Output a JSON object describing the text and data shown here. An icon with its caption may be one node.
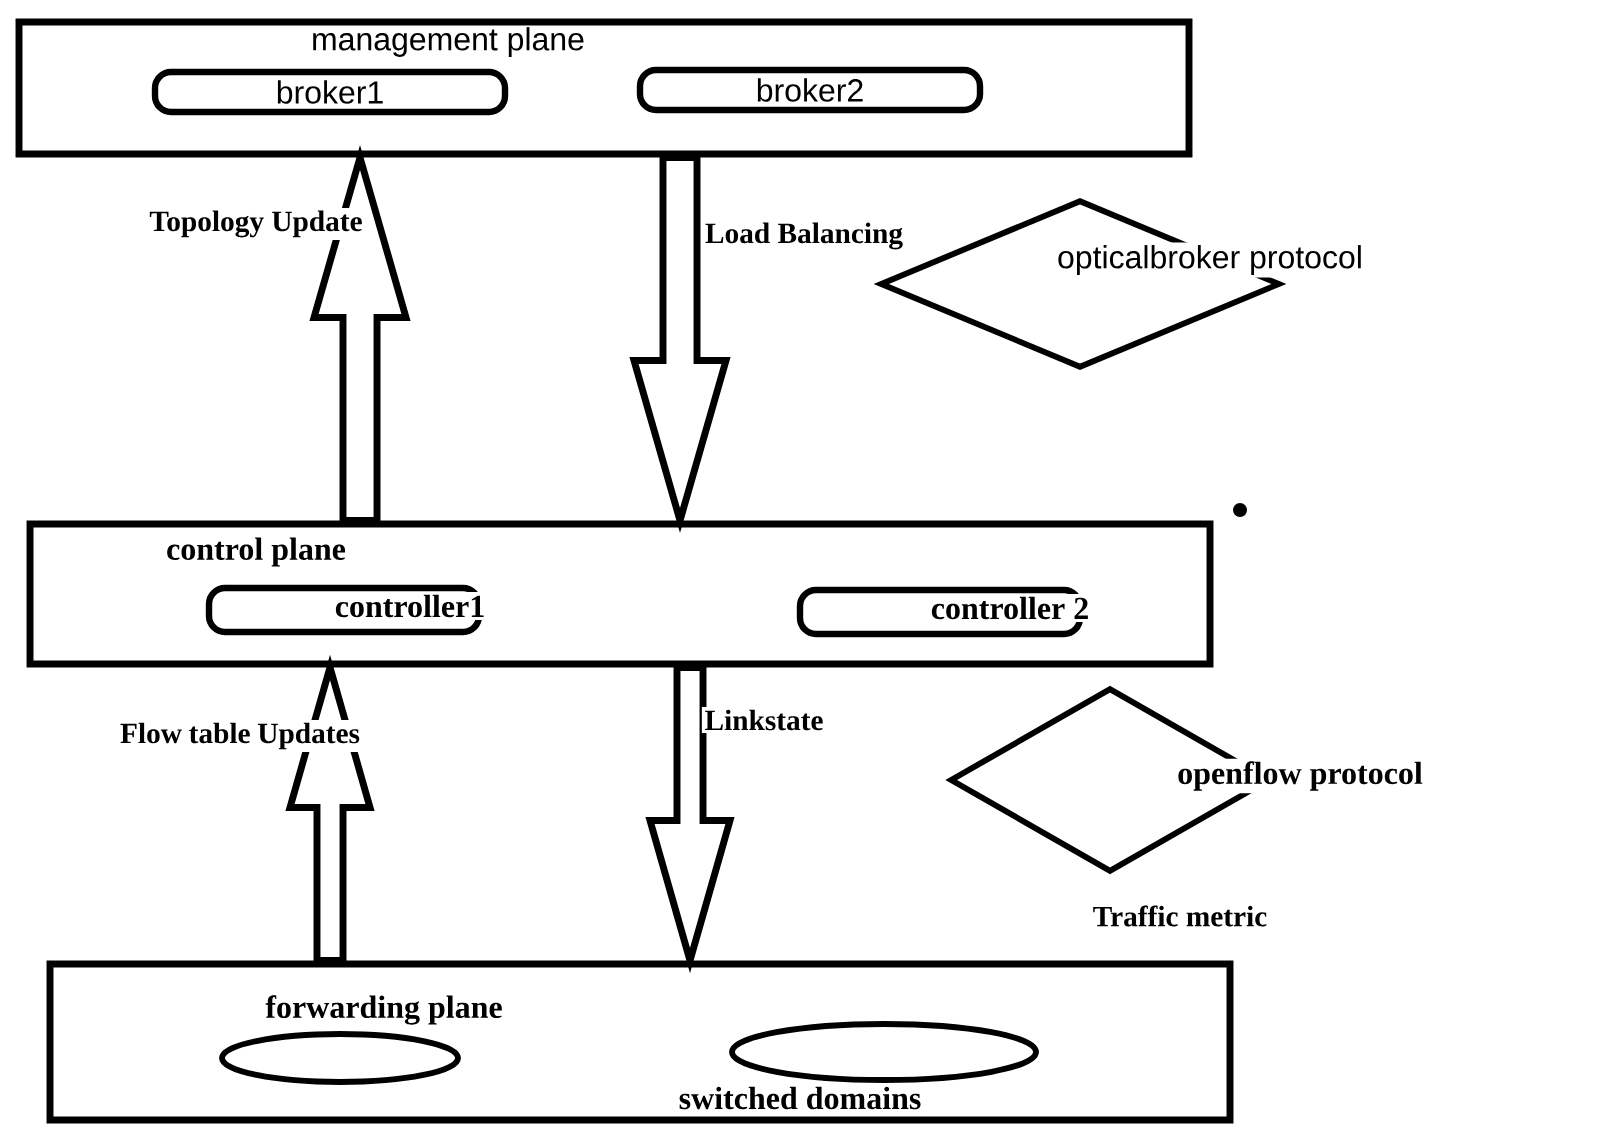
{
  "diagram": {
    "nodes": [
      {
        "text": [
          "management plane"
        ]
      },
      {
        "text": [
          "broker1"
        ],
        "in": 0
      },
      {
        "text": [
          "broker2"
        ],
        "in": 0
      },
      {
        "text": [
          "opticalbroker protocol"
        ]
      },
      {
        "text": [
          "control plane"
        ]
      },
      {
        "text": [
          "controller1"
        ],
        "in": 4
      },
      {
        "text": [
          "controller 2"
        ],
        "in": 4
      },
      {
        "text": [
          "openflow protocol"
        ]
      },
      {
        "text": [
          "forwarding plane",
          "switched domains"
        ]
      },
      {
        "text": [],
        "shape": "ellipse",
        "in": 8
      },
      {
        "text": [],
        "shape": "ellipse",
        "in": 8
      }
    ],
    "edges": [
      {
        "from": 4,
        "to": 0,
        "arrow": "to",
        "label": "Topology Update"
      },
      {
        "from": 0,
        "to": 4,
        "arrow": "to",
        "label": "Load Balancing"
      },
      {
        "from": 8,
        "to": 4,
        "arrow": "to",
        "label": "Flow table Updates"
      },
      {
        "from": 4,
        "to": 8,
        "arrow": "to",
        "label": "Linkstate"
      }
    ],
    "labels": [
      "Traffic metric"
    ]
  }
}
